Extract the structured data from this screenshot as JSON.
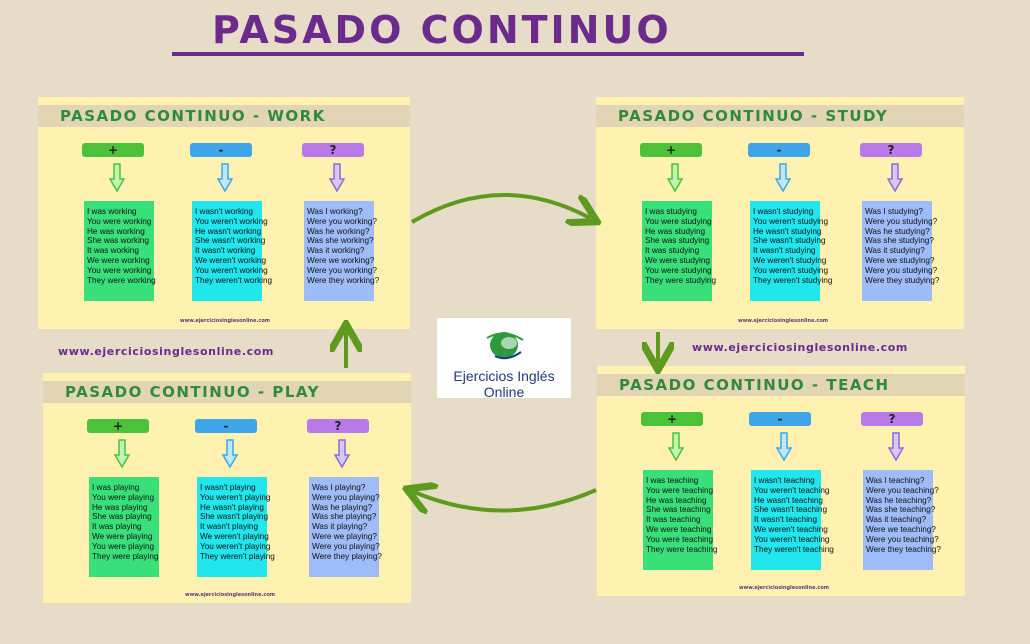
{
  "title": "PASADO CONTINUO",
  "site_url": "www.ejerciciosinglesonline.com",
  "logo_text": "Ejercicios Inglés Online",
  "tags": {
    "plus": "+",
    "minus": "-",
    "question": "?"
  },
  "colors": {
    "title": "#6b2a8c",
    "header_text": "#2f8a3a",
    "arrows": "#5e9a1e",
    "plus": "#4cc23a",
    "minus": "#3ea6e8",
    "question": "#b87ae8"
  },
  "cards": [
    {
      "id": "work",
      "header": "PASADO CONTINUO - WORK",
      "affirmative": [
        "I was working",
        "You were working",
        "He was working",
        "She was working",
        "It was working",
        "We were working",
        "You were working",
        "They were working"
      ],
      "negative": [
        "I wasn't working",
        "You weren't working",
        "He wasn't working",
        "She wasn't working",
        "It wasn't working",
        "We weren't working",
        "You weren't working",
        "They weren't working"
      ],
      "question": [
        "Was I working?",
        "Were you working?",
        "Was he working?",
        "Was she working?",
        "Was it working?",
        "Were we working?",
        "Were you working?",
        "Were they working?"
      ],
      "url": "www.ejerciciosinglesonline.com"
    },
    {
      "id": "study",
      "header": "PASADO CONTINUO - STUDY",
      "affirmative": [
        "I was studying",
        "You were studying",
        "He was studying",
        "She was studying",
        "It was studying",
        "We were studying",
        "You were studying",
        "They were studying"
      ],
      "negative": [
        "I wasn't studying",
        "You weren't studying",
        "He wasn't studying",
        "She wasn't studying",
        "It wasn't studying",
        "We weren't studying",
        "You weren't studying",
        "They weren't studying"
      ],
      "question": [
        "Was I studying?",
        "Were you studying?",
        "Was he studying?",
        "Was she studying?",
        "Was it studying?",
        "Were we studying?",
        "Were you studying?",
        "Were they studying?"
      ],
      "url": "www.ejerciciosinglesonline.com"
    },
    {
      "id": "play",
      "header": "PASADO CONTINUO - PLAY",
      "affirmative": [
        "I was playing",
        "You were playing",
        "He was playing",
        "She was playing",
        "It was playing",
        "We were playing",
        "You were playing",
        "They were playing"
      ],
      "negative": [
        "I wasn't playing",
        "You weren't playing",
        "He wasn't playing",
        "She wasn't playing",
        "It wasn't playing",
        "We weren't playing",
        "You weren't playing",
        "They weren't playing"
      ],
      "question": [
        "Was I playing?",
        "Were you playing?",
        "Was he playing?",
        "Was she playing?",
        "Was it playing?",
        "Were we playing?",
        "Were you playing?",
        "Were they playing?"
      ],
      "url": "www.ejerciciosinglesonline.com"
    },
    {
      "id": "teach",
      "header": "PASADO CONTINUO - TEACH",
      "affirmative": [
        "I was teaching",
        "You were teaching",
        "He was teaching",
        "She was teaching",
        "It was teaching",
        "We were teaching",
        "You were teaching",
        "They were teaching"
      ],
      "negative": [
        "I wasn't teaching",
        "You weren't teaching",
        "He wasn't teaching",
        "She wasn't teaching",
        "It wasn't teaching",
        "We weren't teaching",
        "You weren't teaching",
        "They weren't teaching"
      ],
      "question": [
        "Was I teaching?",
        "Were you teaching?",
        "Was he teaching?",
        "Was she teaching?",
        "Was it teaching?",
        "Were we teaching?",
        "Were you teaching?",
        "Were they teaching?"
      ],
      "url": "www.ejerciciosinglesonline.com"
    }
  ]
}
